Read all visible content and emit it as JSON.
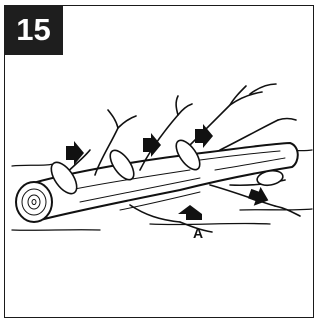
{
  "step": {
    "number": "15"
  },
  "callouts": [
    {
      "label": "A"
    }
  ],
  "colors": {
    "ink": "#111111",
    "badge": "#1e1e1e",
    "paper": "#ffffff"
  },
  "illustration": {
    "subject": "fallen-tree-limbing",
    "arrow_count": 5
  }
}
